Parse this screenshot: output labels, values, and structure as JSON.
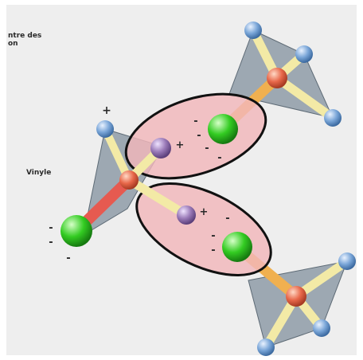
{
  "labels": {
    "top_line1": "ntre des",
    "top_line2": "on",
    "vinyl": "Vinyle"
  },
  "charge_signs": {
    "plus": "+",
    "minus": "-"
  },
  "colors": {
    "background_panel": "#eeeeee",
    "carbon": "#e8684a",
    "chlorine": "#33cc22",
    "substituent_blue": "#7aa6d8",
    "fluorine_purple": "#9a7ab8",
    "bond_yellow": "#f3eaa6",
    "bond_red": "#e65a50",
    "interaction_fill": "#f2b7bb",
    "interaction_outline": "#111111",
    "tetrahedron": "#7a8a98"
  }
}
